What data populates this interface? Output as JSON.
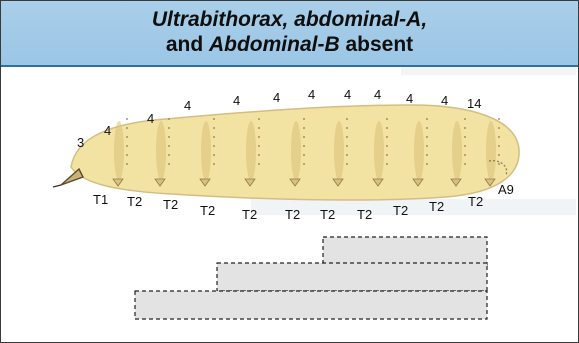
{
  "header": {
    "title_line1": "Ultrabithorax, abdominal-A,",
    "title_line2_italic_prefix": "and ",
    "title_line2_gene": "Abdominal-B",
    "title_line2_suffix": " absent",
    "background_color": "#a9cfe9",
    "border_color": "#2f6f9b"
  },
  "larva": {
    "body_fill": "#f2e3a3",
    "band_color": "#dbc178",
    "denticle_color": "#8a7a4e",
    "top_labels": [
      "3",
      "4",
      "4",
      "4",
      "4",
      "4",
      "4",
      "4",
      "4",
      "4",
      "4",
      "14"
    ],
    "bottom_labels": [
      "T1",
      "T2",
      "T2",
      "T2",
      "T2",
      "T2",
      "T2",
      "T2",
      "T2",
      "T2",
      "T2"
    ],
    "posterior_label": "A9"
  },
  "legend_boxes": {
    "count": 3,
    "fill": "#e3e3e3",
    "border_style": "dashed"
  }
}
